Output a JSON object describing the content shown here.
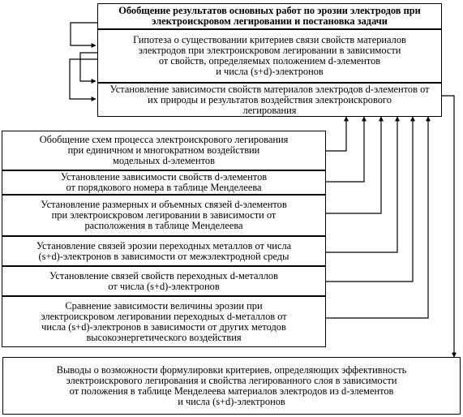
{
  "top_group": {
    "box1": "Обобщение результатов основных работ по эрозии электродов при\nэлектроискровом легировании и постановка задачи",
    "box2": "Гипотеза о существовании критериев связи свойств материалов\nэлектродов при электроискровом легировании в зависимости\nот свойств, определяемых положением d-элементов\nи числа (s+d)-электронов",
    "box3": "Установление зависимости свойств материалов электродов d-элементов от\nих природы и результатов воздействия электроискрового\nлегирования"
  },
  "left_stack": [
    "Обобщение схем процесса электроискрового легирования\nпри единичном и многократном воздействии\nмодельных d-элементов",
    "Установление зависимости свойств d-элементов\nот порядкового номера в таблице Менделеева",
    "Установление размерных и объемных связей d-элементов\nпри электроискровом легировании в зависимости от\nрасположения в таблице Менделеева",
    "Установление связей эрозии переходных металлов от числа\n(s+d)-электронов в зависимости от межэлектродной среды",
    "Установление связей свойств переходных d-металлов\nот числа (s+d)-электронов",
    "Сравнение зависимости величины эрозии при\nэлектроискровом легировании переходных d-металлов от\nчисла (s+d)-электронов в зависимости от других методов\nвысокоэнергетического воздействия"
  ],
  "conclusion": "Выводы о возможности формулировки критериев, определяющих эффективность\nэлектроискрового легирования и свойства легированного слоя в зависимости\nот положения в таблице Менделеева материалов электродов из d-элементов\nи числа (s+d)-электронов"
}
